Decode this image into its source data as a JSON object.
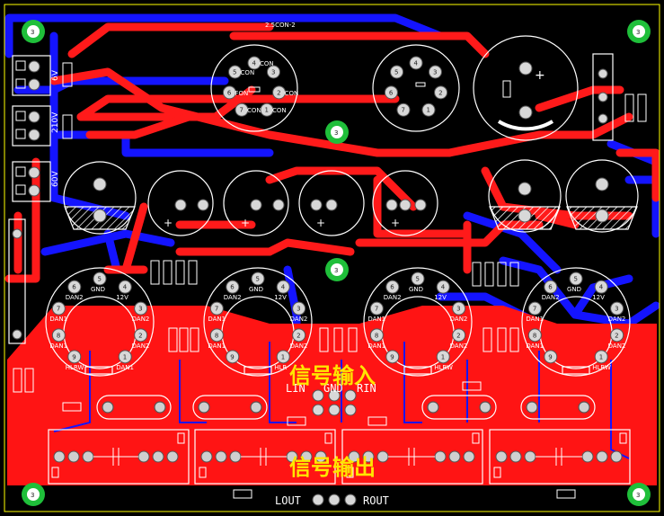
{
  "labels": {
    "signal_in_cn": "信号输入",
    "signal_out_cn": "信号输出",
    "lin": "LIN",
    "gnd_in": "GND",
    "rin": "RIN",
    "lout": "LOUT",
    "rout": "ROUT",
    "mount_hole": "3",
    "top_ref": "2.5CON-2"
  },
  "terminals": [
    "6V",
    "210V",
    "60V"
  ],
  "sockets_top": [
    {
      "pins": [
        "4",
        "5",
        "6",
        "7",
        "1",
        "2",
        "3"
      ],
      "names": [
        "CON",
        "CON",
        "FON",
        "CON",
        "CON",
        "CON"
      ]
    },
    {
      "pins": [
        "4",
        "5",
        "6",
        "7",
        "1",
        "2",
        "3"
      ],
      "names": [
        "",
        "",
        "",
        "",
        "",
        ""
      ]
    }
  ],
  "tubes": [
    {
      "pins": [
        "5",
        "6",
        "7",
        "8",
        "9",
        "1",
        "2",
        "3",
        "4"
      ],
      "names": [
        "GND",
        "DAN2",
        "DAN1",
        "DAN1",
        "HLRW",
        "DAN1",
        "DAN2",
        "DAN2",
        "12V"
      ]
    },
    {
      "pins": [
        "5",
        "6",
        "7",
        "8",
        "9",
        "1",
        "2",
        "3",
        "4"
      ],
      "names": [
        "GND",
        "DAN2",
        "DAN1",
        "DAN1",
        "",
        "HLR",
        "DAN2",
        "DAN2",
        "12V"
      ]
    },
    {
      "pins": [
        "5",
        "6",
        "7",
        "8",
        "9",
        "1",
        "2",
        "3",
        "4"
      ],
      "names": [
        "GND",
        "DAN2",
        "DAN1",
        "DAN1",
        "",
        "HLRW",
        "DAN2",
        "DAN2",
        "12V"
      ]
    },
    {
      "pins": [
        "5",
        "6",
        "7",
        "8",
        "9",
        "1",
        "2",
        "3",
        "4"
      ],
      "names": [
        "GND",
        "DAN2",
        "DAN1",
        "DAN1",
        "",
        "HLRW",
        "DAN2",
        "DAN2",
        "12V"
      ]
    }
  ],
  "colors": {
    "board_bg": "#000000",
    "top_copper": "#ff1a1a",
    "bottom_copper": "#1414ff",
    "silkscreen": "#ffffff",
    "pad": "#c8c8c8",
    "annotation": "#ffe600",
    "mount_hole": "#1fbf3a"
  }
}
